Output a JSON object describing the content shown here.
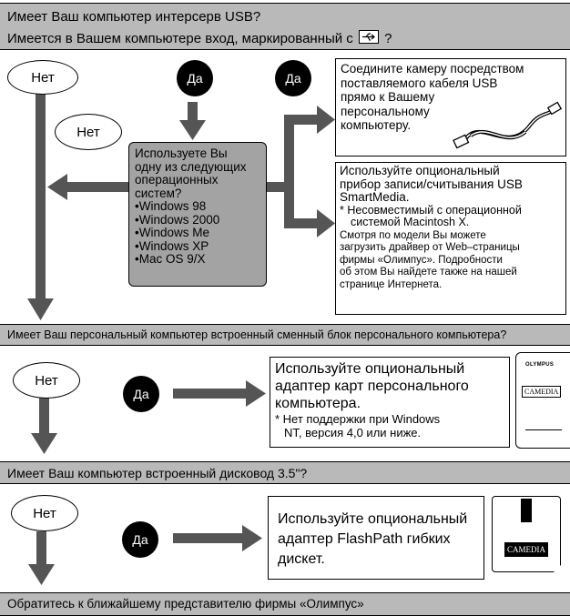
{
  "q1": {
    "line1": "Имеет Ваш компьютер интерсерв USB?",
    "line2_before": "Имеется в Вашем компьютере вход, маркированный с",
    "line2_after": "?"
  },
  "no_label": "Нет",
  "yes_label": "Да",
  "os_box": {
    "lines": [
      "Используете Вы",
      "одну из следующих",
      "операционных",
      "систем?"
    ],
    "items": [
      "•Windows 98",
      "•Windows 2000",
      "•Windows Me",
      "•Windows XP",
      "•Mac OS 9/X"
    ]
  },
  "usb_cable_box": {
    "lines": [
      "Соедините камеру посредством",
      "поставляемого кабеля USB",
      "прямо к Вашему",
      "персональному",
      "компьютеру."
    ]
  },
  "reader_box": {
    "lines": [
      "Используйте опциональный",
      "прибор записи/считывания USB",
      "SmartMedia."
    ],
    "note": [
      "* Несовместимый с операционной",
      "системой Macintosh X."
    ],
    "extra": [
      "Смотря по модели Вы можете",
      "загрузить драйвер от Web–страницы",
      "фирмы «Олимпус». Подробности",
      "об этом Вы найдете также на нашей",
      "странице Интернета."
    ]
  },
  "q2": {
    "text": "Имеет Ваш персональный компьютер встроенный сменный блок персонального компьютера?"
  },
  "pc_card_box": {
    "lines": [
      "Используйте опциональный",
      "адаптер карт персонального",
      "компьютера."
    ],
    "note": [
      "* Нет поддержки при Windows",
      "NT, версия 4,0 или ниже."
    ]
  },
  "q3": {
    "text": "Имеет Ваш компьютер встроенный дисковод 3.5\"?"
  },
  "flashpath_box": {
    "lines": [
      "Используйте опциональный",
      "адаптер FlashPath гибких",
      "дискет."
    ]
  },
  "final": {
    "text": "Обратитесь к ближайшему представителю фирмы «Олимпус»"
  },
  "logos": {
    "olympus": "OLYMPUS",
    "camedia": "CAMEDIA"
  },
  "colors": {
    "bar": "#b9b9b9",
    "arrow": "#555555",
    "os_box": "#9a9a9a"
  }
}
